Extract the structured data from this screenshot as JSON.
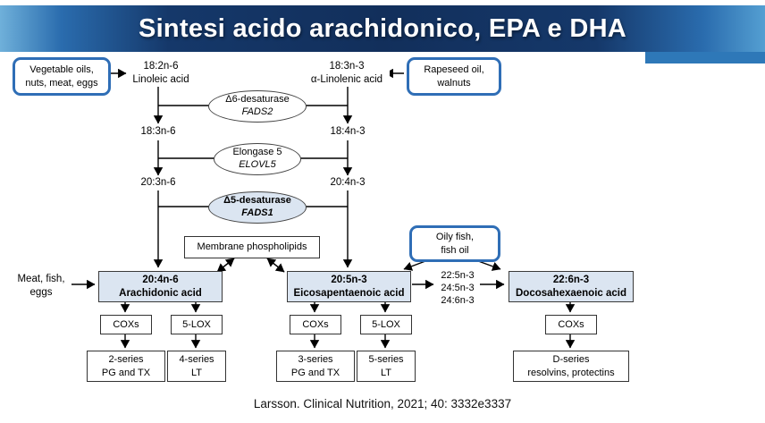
{
  "title": "Sintesi acido arachidonico, EPA e DHA",
  "citation": "Larsson. Clinical Nutrition, 2021; 40: 3332e3337",
  "colors": {
    "accent_blue": "#2f6eb6",
    "box_fill": "#dbe5f1",
    "banner_navy": "#122f5b"
  },
  "sources": {
    "vegetable": {
      "line1": "Vegetable oils,",
      "line2": "nuts, meat, eggs"
    },
    "rapeseed": {
      "line1": "Rapeseed oil,",
      "line2": "walnuts"
    },
    "oily_fish": {
      "line1": "Oily fish,",
      "line2": "fish oil"
    },
    "meat": {
      "line1": "Meat, fish,",
      "line2": "eggs"
    }
  },
  "pathway_n6": {
    "step1": {
      "line1": "18:2n-6",
      "line2": "Linoleic acid"
    },
    "step2": "18:3n-6",
    "step3": "20:3n-6"
  },
  "pathway_n3": {
    "step1": {
      "line1": "18:3n-3",
      "line2": "α-Linolenic acid"
    },
    "step2": "18:4n-3",
    "step3": "20:4n-3"
  },
  "enzymes": {
    "delta6": {
      "line1": "Δ6-desaturase",
      "line2": "FADS2"
    },
    "elongase": {
      "line1": "Elongase 5",
      "line2": "ELOVL5"
    },
    "delta5": {
      "line1": "Δ5-desaturase",
      "line2": "FADS1"
    }
  },
  "membrane": "Membrane phospholipids",
  "products": {
    "aa": {
      "line1": "20:4n-6",
      "line2": "Arachidonic acid"
    },
    "epa": {
      "line1": "20:5n-3",
      "line2": "Eicosapentaenoic acid"
    },
    "dha": {
      "line1": "22:6n-3",
      "line2": "Docosahexaenoic acid"
    },
    "intermediates": [
      "22:5n-3",
      "24:5n-3",
      "24:6n-3"
    ]
  },
  "downstream": {
    "aa_cox": "COXs",
    "aa_lox": "5-LOX",
    "aa_cox_product": {
      "line1": "2-series",
      "line2": "PG and TX"
    },
    "aa_lox_product": {
      "line1": "4-series",
      "line2": "LT"
    },
    "epa_cox": "COXs",
    "epa_lox": "5-LOX",
    "epa_cox_product": {
      "line1": "3-series",
      "line2": "PG and TX"
    },
    "epa_lox_product": {
      "line1": "5-series",
      "line2": "LT"
    },
    "dha_cox": "COXs",
    "dha_product": {
      "line1": "D-series",
      "line2": "resolvins, protectins"
    }
  }
}
